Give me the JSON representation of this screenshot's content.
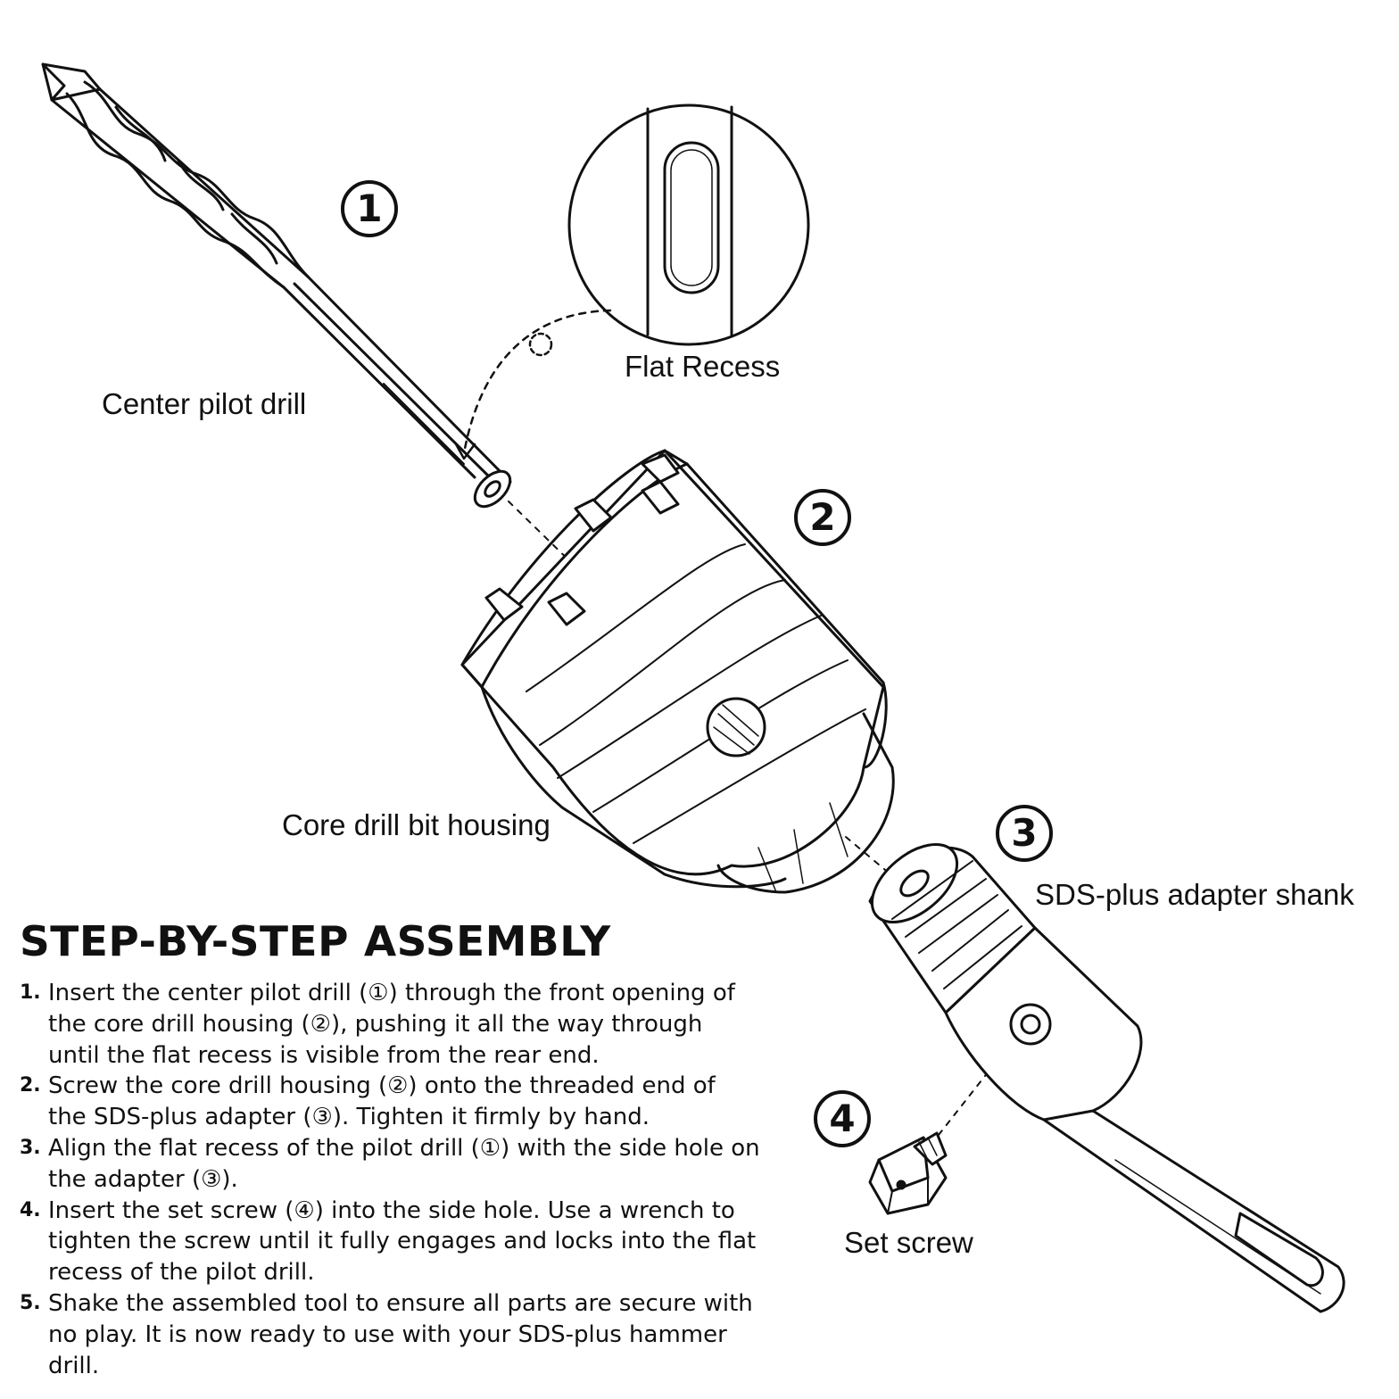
{
  "labels": {
    "flat_recess": "Flat Recess",
    "center_pilot_drill": "Center pilot drill",
    "core_drill_housing": "Core drill bit housing",
    "sds_adapter": "SDS-plus adapter shank",
    "set_screw": "Set screw"
  },
  "markers": [
    "1",
    "2",
    "3",
    "4"
  ],
  "assembly": {
    "heading": "STEP-BY-STEP ASSEMBLY",
    "steps": [
      {
        "index": "1.",
        "text": "Insert the center pilot drill (①) through the front opening of the core drill housing (②), pushing it all the way through until the flat recess is visible from the rear end."
      },
      {
        "index": "2.",
        "text": "Screw the core drill housing (②) onto the threaded end of the SDS-plus adapter (③). Tighten it firmly by hand."
      },
      {
        "index": "3.",
        "text": "Align the flat recess of the pilot drill (①) with the side hole on the adapter (③)."
      },
      {
        "index": "4.",
        "text": "Insert the set screw (④) into the side hole. Use a wrench to tighten the screw until it fully engages and locks into the flat recess of the pilot drill."
      },
      {
        "index": "5.",
        "text": "Shake the assembled tool to ensure all parts are secure with no play. It is now ready to use with your SDS-plus hammer drill."
      }
    ]
  }
}
